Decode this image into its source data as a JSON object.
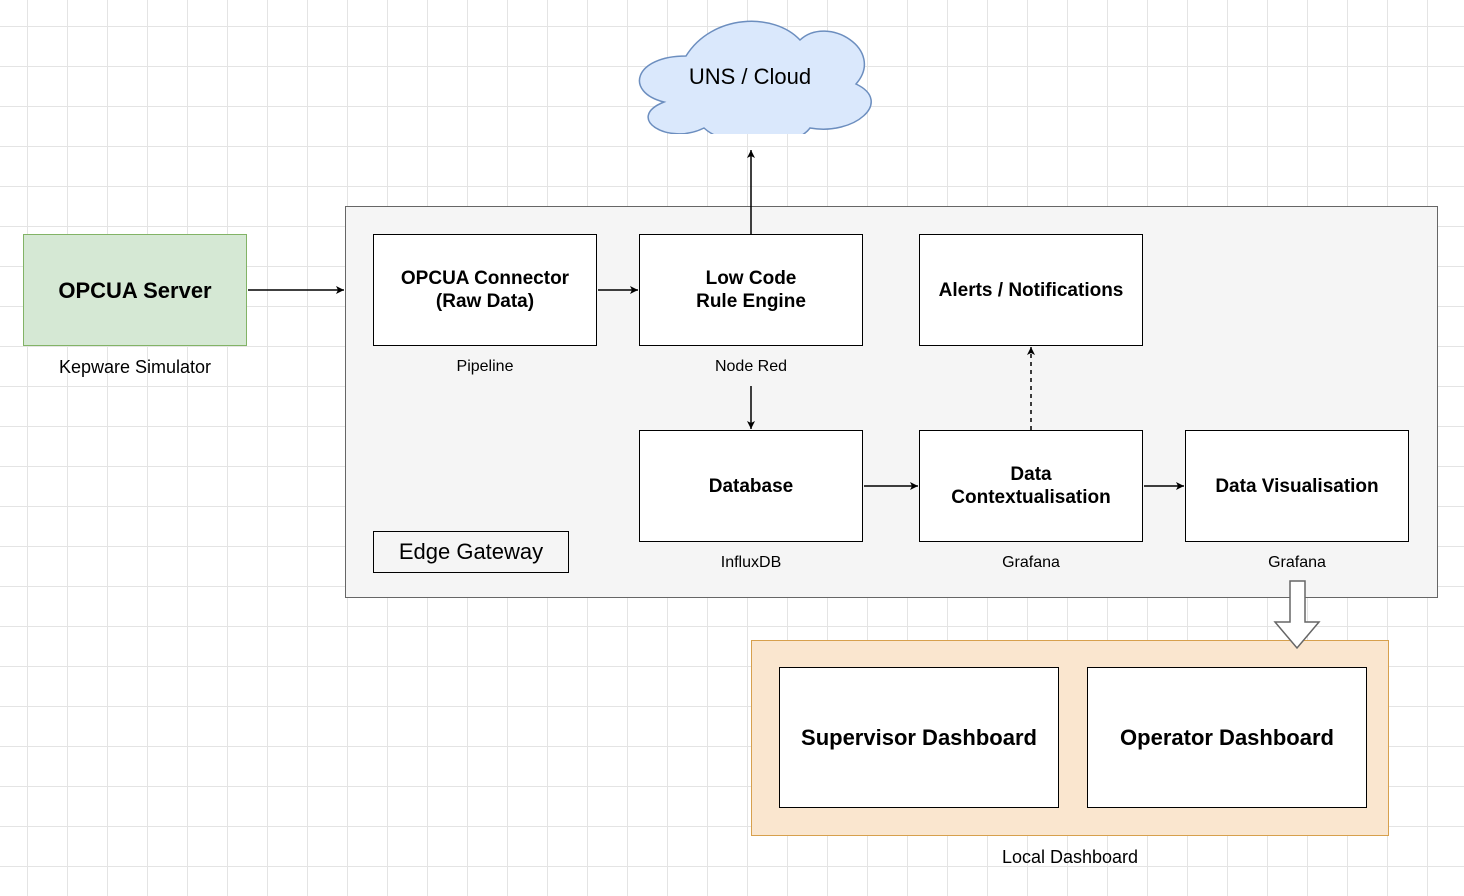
{
  "cloud": {
    "label": "UNS / Cloud"
  },
  "source": {
    "title": "OPCUA Server",
    "caption": "Kepware Simulator",
    "fill": "#d5e8d4",
    "stroke": "#82b366"
  },
  "gateway": {
    "label": "Edge Gateway",
    "nodes": {
      "connector": {
        "title": "OPCUA Connector\n(Raw Data)",
        "caption": "Pipeline"
      },
      "rule_engine": {
        "title": "Low Code\nRule Engine",
        "caption": "Node Red"
      },
      "alerts": {
        "title": "Alerts / Notifications"
      },
      "database": {
        "title": "Database",
        "caption": "InfluxDB"
      },
      "contextualisation": {
        "title": "Data\nContextualisation",
        "caption": "Grafana"
      },
      "visualisation": {
        "title": "Data Visualisation",
        "caption": "Grafana"
      }
    }
  },
  "local_dashboard": {
    "label": "Local Dashboard",
    "fill": "#fae6cf",
    "stroke": "#d7a04d",
    "supervisor": "Supervisor Dashboard",
    "operator": "Operator Dashboard"
  },
  "cloud_colors": {
    "fill": "#dae8fc",
    "stroke": "#6c8ebf"
  }
}
